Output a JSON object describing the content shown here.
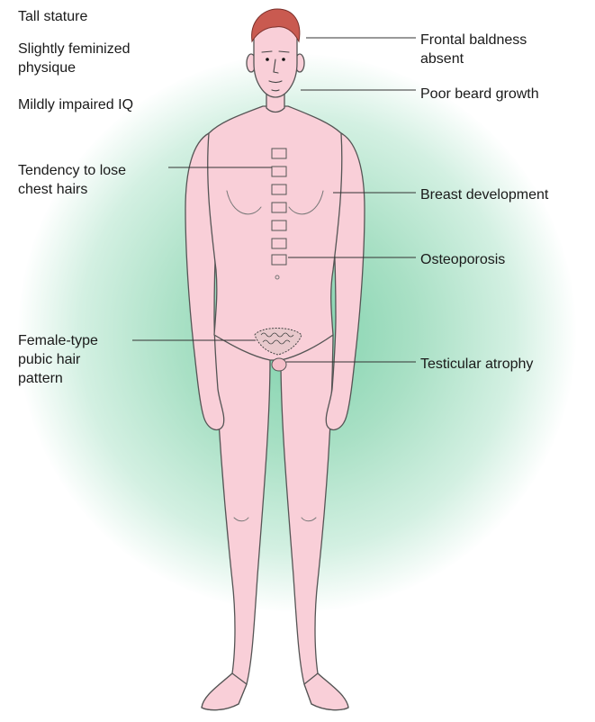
{
  "labels_left": {
    "tall_stature": "Tall stature",
    "feminized_physique": "Slightly feminized\nphysique",
    "impaired_iq": "Mildly impaired IQ",
    "chest_hairs": "Tendency to lose\nchest hairs",
    "pubic_hair": "Female-type\npubic hair\npattern"
  },
  "labels_right": {
    "frontal_baldness": "Frontal baldness\nabsent",
    "beard_growth": "Poor beard growth",
    "breast_development": "Breast development",
    "osteoporosis": "Osteoporosis",
    "testicular_atrophy": "Testicular atrophy"
  },
  "colors": {
    "skin": "#f9cfd8",
    "outline": "#555555",
    "hair": "#c95a50",
    "leader_line": "#333333",
    "background_glow": "#7fd2ac"
  }
}
